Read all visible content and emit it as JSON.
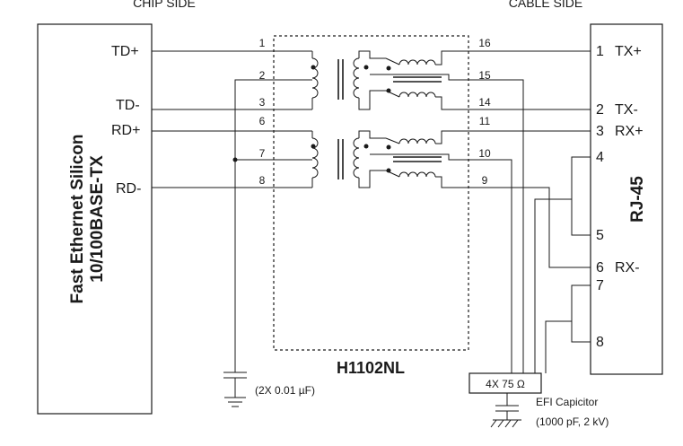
{
  "headers": {
    "chip_side": "CHIP SIDE",
    "cable_side": "CABLE SIDE"
  },
  "chip_block": {
    "line1": "Fast Ethernet Silicon",
    "line2": "10/100BASE-TX"
  },
  "chip_signals": {
    "td_plus": "TD+",
    "td_minus": "TD-",
    "rd_plus": "RD+",
    "rd_minus": "RD-"
  },
  "module": {
    "name": "H1102NL",
    "pins_left": {
      "p1": "1",
      "p2": "2",
      "p3": "3",
      "p6": "6",
      "p7": "7",
      "p8": "8"
    },
    "pins_right": {
      "p16": "16",
      "p15": "15",
      "p14": "14",
      "p11": "11",
      "p10": "10",
      "p9": "9"
    }
  },
  "connector": {
    "name": "RJ-45",
    "pins": {
      "p1": "1",
      "p2": "2",
      "p3": "3",
      "p4": "4",
      "p5": "5",
      "p6": "6",
      "p7": "7",
      "p8": "8"
    },
    "signals": {
      "tx_plus": "TX+",
      "tx_minus": "TX-",
      "rx_plus": "RX+",
      "rx_minus": "RX-"
    }
  },
  "components": {
    "cap_left": "(2X 0.01 µF)",
    "resistors": "4X 75 Ω",
    "efi_line1": "EFI Capicitor",
    "efi_line2": "(1000 pF, 2 kV)"
  },
  "icons": [
    "ground-icon",
    "capacitor-icon",
    "transformer-icon",
    "common-mode-choke-icon"
  ]
}
